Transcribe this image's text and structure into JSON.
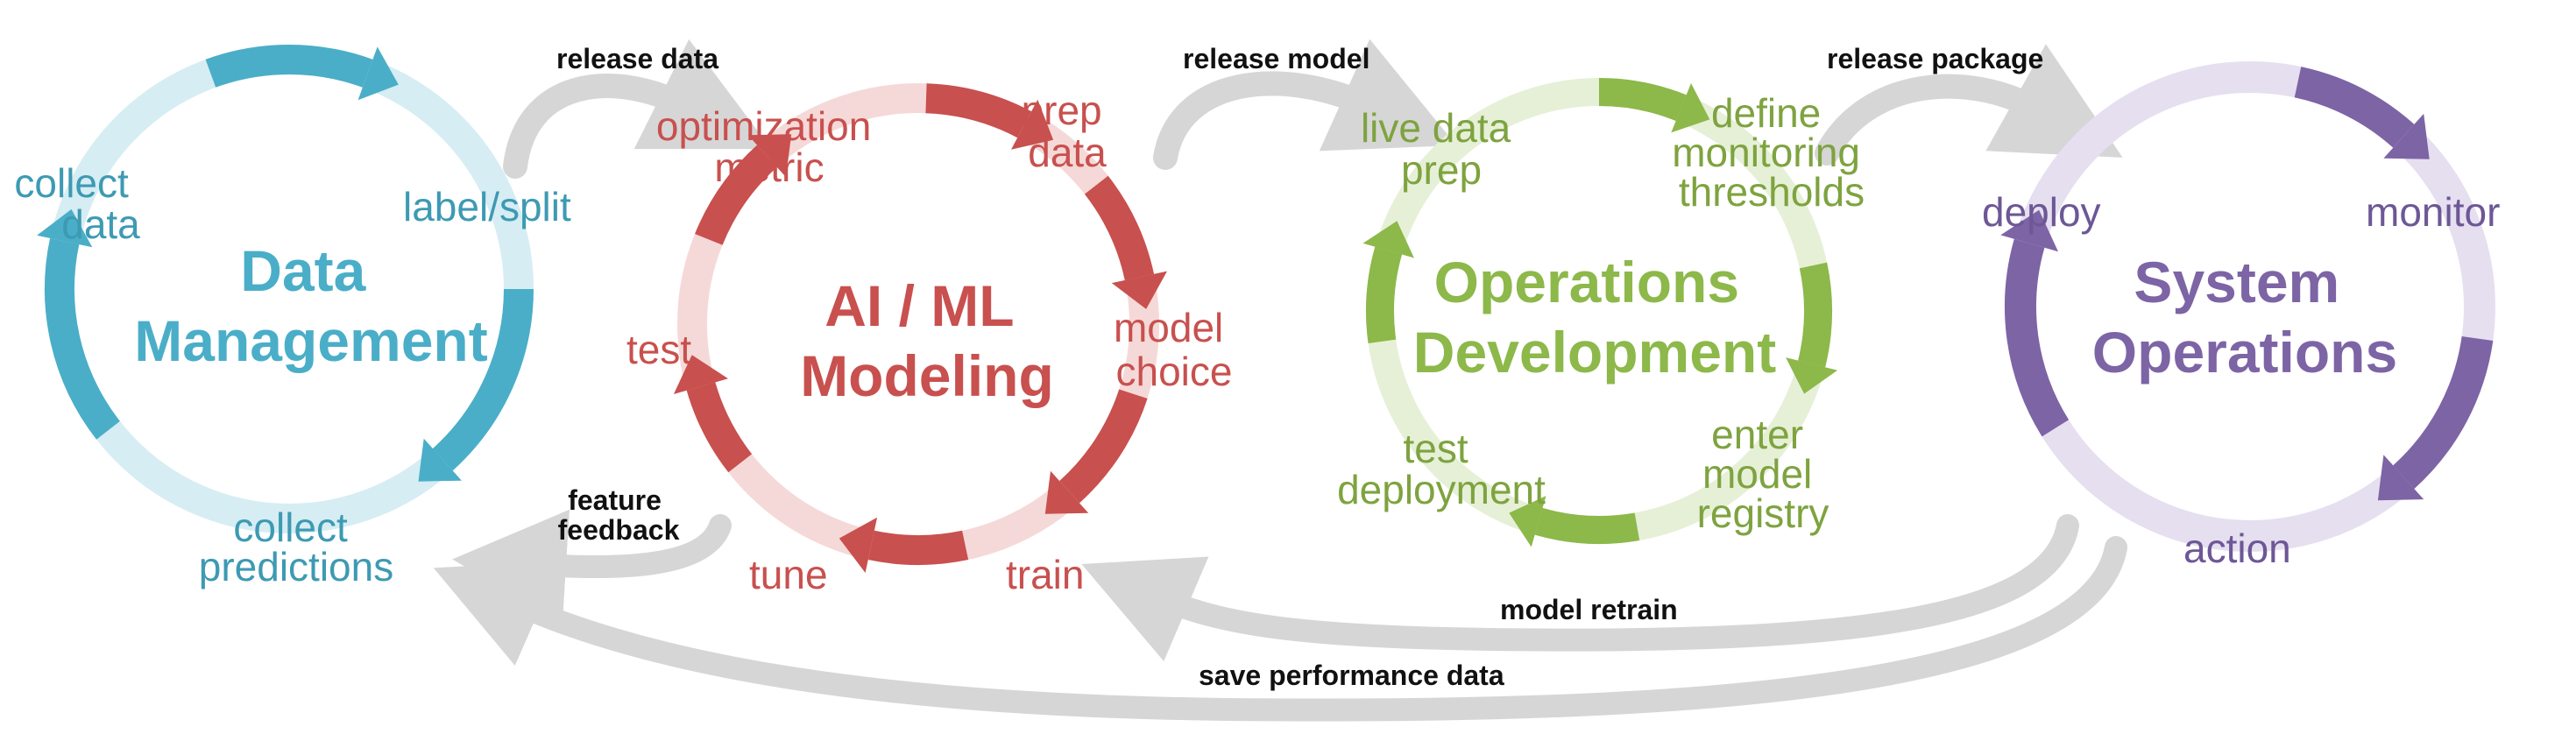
{
  "colors": {
    "data": "#4aaec8",
    "data_light": "#d6edf3",
    "model": "#c8504e",
    "model_light": "#f5d9d8",
    "ops": "#8db84a",
    "ops_light": "#e6f0d7",
    "sys": "#7d64a5",
    "sys_light": "#e5dff0",
    "flow": "#d6d6d6",
    "flow_text": "#111111"
  },
  "cycles": {
    "data": {
      "title_lines": [
        "Data",
        "Management"
      ],
      "steps": {
        "collect_data_lines": [
          "collect",
          "data"
        ],
        "label_split": "label/split",
        "collect_predictions_lines": [
          "collect",
          "predictions"
        ]
      }
    },
    "model": {
      "title_lines": [
        "AI / ML",
        "Modeling"
      ],
      "steps": {
        "optimization_metric_lines": [
          "optimization",
          "metric"
        ],
        "prep_data_lines": [
          "prep",
          "data"
        ],
        "model_choice_lines": [
          "model",
          "choice"
        ],
        "train": "train",
        "tune": "tune",
        "test": "test"
      }
    },
    "ops": {
      "title_lines": [
        "Operations",
        "Development"
      ],
      "steps": {
        "live_data_prep_lines": [
          "live data",
          "prep"
        ],
        "define_monitoring_lines": [
          "define",
          "monitoring",
          "thresholds"
        ],
        "enter_model_registry_lines": [
          "enter",
          "model",
          "registry"
        ],
        "test_deployment_lines": [
          "test",
          "deployment"
        ]
      }
    },
    "sys": {
      "title_lines": [
        "System",
        "Operations"
      ],
      "steps": {
        "deploy": "deploy",
        "monitor": "monitor",
        "action": "action"
      }
    }
  },
  "flows": {
    "release_data": "release data",
    "release_model": "release model",
    "release_package": "release package",
    "feature_feedback_lines": [
      "feature",
      "feedback"
    ],
    "model_retrain": "model retrain",
    "save_performance_data": "save performance data"
  }
}
